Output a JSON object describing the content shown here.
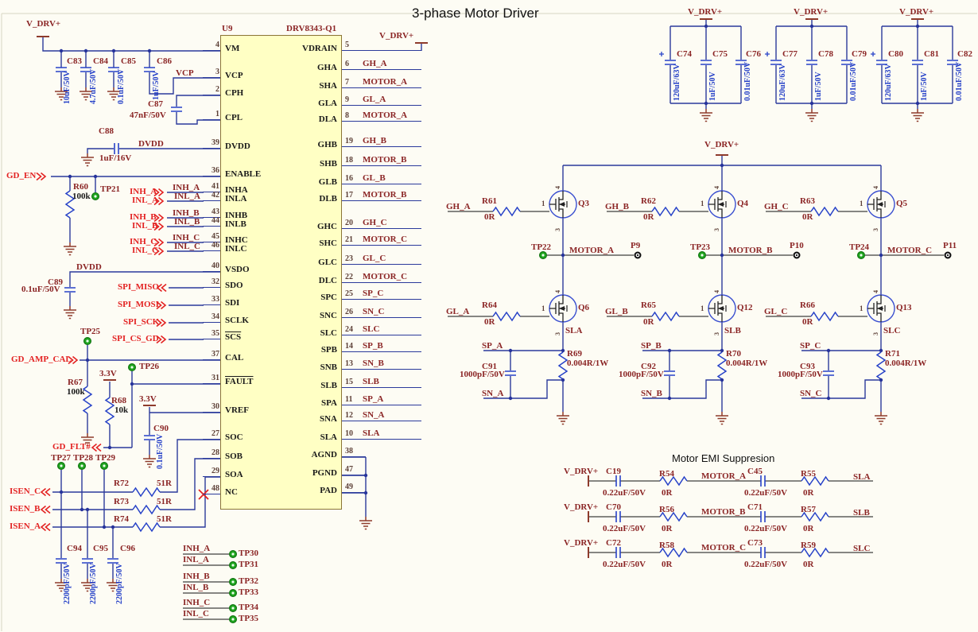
{
  "title": "3-phase Motor Driver",
  "nets": {
    "vdrv": "V_DRV+",
    "vcp": "VCP",
    "dvdd": "DVDD",
    "v33": "3.3V"
  },
  "ic": {
    "refdes": "U9",
    "part": "DRV8343-Q1",
    "left_pins": [
      {
        "num": "4",
        "name": "VM"
      },
      {
        "num": "3",
        "name": "VCP"
      },
      {
        "num": "2",
        "name": "CPH"
      },
      {
        "num": "1",
        "name": "CPL"
      },
      {
        "num": "39",
        "name": "DVDD"
      },
      {
        "num": "36",
        "name": "ENABLE"
      },
      {
        "num": "41",
        "name": "INHA"
      },
      {
        "num": "42",
        "name": "INLA"
      },
      {
        "num": "43",
        "name": "INHB"
      },
      {
        "num": "44",
        "name": "INLB"
      },
      {
        "num": "45",
        "name": "INHC"
      },
      {
        "num": "46",
        "name": "INLC"
      },
      {
        "num": "40",
        "name": "VSDO"
      },
      {
        "num": "32",
        "name": "SDO"
      },
      {
        "num": "33",
        "name": "SDI"
      },
      {
        "num": "34",
        "name": "SCLK"
      },
      {
        "num": "35",
        "name": "SCS"
      },
      {
        "num": "37",
        "name": "CAL"
      },
      {
        "num": "31",
        "name": "FAULT"
      },
      {
        "num": "30",
        "name": "VREF"
      },
      {
        "num": "27",
        "name": "SOC"
      },
      {
        "num": "28",
        "name": "SOB"
      },
      {
        "num": "29",
        "name": "SOA"
      },
      {
        "num": "48",
        "name": "NC"
      }
    ],
    "right_pins": [
      {
        "num": "5",
        "name": "VDRAIN",
        "net": "V_DRV+"
      },
      {
        "num": "6",
        "name": "GHA",
        "net": "GH_A"
      },
      {
        "num": "7",
        "name": "SHA",
        "net": "MOTOR_A"
      },
      {
        "num": "9",
        "name": "GLA",
        "net": "GL_A"
      },
      {
        "num": "8",
        "name": "DLA",
        "net": "MOTOR_A"
      },
      {
        "num": "19",
        "name": "GHB",
        "net": "GH_B"
      },
      {
        "num": "18",
        "name": "SHB",
        "net": "MOTOR_B"
      },
      {
        "num": "16",
        "name": "GLB",
        "net": "GL_B"
      },
      {
        "num": "17",
        "name": "DLB",
        "net": "MOTOR_B"
      },
      {
        "num": "20",
        "name": "GHC",
        "net": "GH_C"
      },
      {
        "num": "21",
        "name": "SHC",
        "net": "MOTOR_C"
      },
      {
        "num": "23",
        "name": "GLC",
        "net": "GL_C"
      },
      {
        "num": "22",
        "name": "DLC",
        "net": "MOTOR_C"
      },
      {
        "num": "25",
        "name": "SPC",
        "net": "SP_C"
      },
      {
        "num": "26",
        "name": "SNC",
        "net": "SN_C"
      },
      {
        "num": "24",
        "name": "SLC",
        "net": "SLC"
      },
      {
        "num": "14",
        "name": "SPB",
        "net": "SP_B"
      },
      {
        "num": "13",
        "name": "SNB",
        "net": "SN_B"
      },
      {
        "num": "15",
        "name": "SLB",
        "net": "SLB"
      },
      {
        "num": "11",
        "name": "SPA",
        "net": "SP_A"
      },
      {
        "num": "12",
        "name": "SNA",
        "net": "SN_A"
      },
      {
        "num": "10",
        "name": "SLA",
        "net": "SLA"
      },
      {
        "num": "38",
        "name": "AGND",
        "net": ""
      },
      {
        "num": "47",
        "name": "PGND",
        "net": ""
      },
      {
        "num": "49",
        "name": "PAD",
        "net": ""
      }
    ]
  },
  "vm_caps": [
    {
      "ref": "C83",
      "val": "10uF/50V"
    },
    {
      "ref": "C84",
      "val": "4.7uF/50V"
    },
    {
      "ref": "C85",
      "val": "0.1uF/50V"
    },
    {
      "ref": "C86",
      "val": "1uF/50V"
    }
  ],
  "c87": {
    "ref": "C87",
    "val": "47nF/50V"
  },
  "c88": {
    "ref": "C88",
    "val": "1uF/16V"
  },
  "c89": {
    "ref": "C89",
    "val": "0.1uF/50V"
  },
  "c90": {
    "ref": "C90",
    "val": "0.1uF/50V"
  },
  "r60": {
    "ref": "R60",
    "val": "100k"
  },
  "r67": {
    "ref": "R67",
    "val": "100k"
  },
  "r68": {
    "ref": "R68",
    "val": "10k"
  },
  "ports": {
    "gd_en": "GD_EN",
    "gd_amp_cal": "GD_AMP_CAL",
    "gd_flt": "GD_FLT#",
    "spi": [
      "SPI_MISO",
      "SPI_MOSI",
      "SPI_SCK",
      "SPI_CS_GD"
    ],
    "inh": [
      {
        "h": "INH_A",
        "l": "INL_A"
      },
      {
        "h": "INH_B",
        "l": "INL_B"
      },
      {
        "h": "INH_C",
        "l": "INL_C"
      }
    ],
    "isen": [
      "ISEN_C",
      "ISEN_B",
      "ISEN_A"
    ]
  },
  "testpoints": {
    "tp21": "TP21",
    "tp22": "TP22",
    "tp23": "TP23",
    "tp24": "TP24",
    "tp25": "TP25",
    "tp26": "TP26",
    "tp27": "TP27",
    "tp28": "TP28",
    "tp29": "TP29"
  },
  "sense_r": [
    {
      "ref": "R72",
      "val": "51R"
    },
    {
      "ref": "R73",
      "val": "51R"
    },
    {
      "ref": "R74",
      "val": "51R"
    }
  ],
  "filter_caps": [
    {
      "ref": "C94",
      "val": "2200pF/50V"
    },
    {
      "ref": "C95",
      "val": "2200pF/50V"
    },
    {
      "ref": "C96",
      "val": "2200pF/50V"
    }
  ],
  "tp_block": [
    {
      "net": "INH_A",
      "tp": "TP30"
    },
    {
      "net": "INL_A",
      "tp": "TP31"
    },
    {
      "net": "INH_B",
      "tp": "TP32"
    },
    {
      "net": "INL_B",
      "tp": "TP33"
    },
    {
      "net": "INH_C",
      "tp": "TP34"
    },
    {
      "net": "INL_C",
      "tp": "TP35"
    }
  ],
  "bridge": {
    "fet_pins": {
      "gate": "1",
      "drain": "4",
      "source": "3"
    },
    "phases": [
      {
        "gh": "GH_A",
        "rh": {
          "ref": "R61",
          "val": "0R"
        },
        "qh": "Q3",
        "tp": "TP22",
        "motor": "MOTOR_A",
        "conn": "P9",
        "gl": "GL_A",
        "rl": {
          "ref": "R64",
          "val": "0R"
        },
        "ql": "Q6",
        "sl": "SLA",
        "sp": "SP_A",
        "cs": {
          "ref": "C91",
          "val": "1000pF/50V"
        },
        "rs": {
          "ref": "R69",
          "val": "0.004R/1W"
        },
        "sn": "SN_A"
      },
      {
        "gh": "GH_B",
        "rh": {
          "ref": "R62",
          "val": "0R"
        },
        "qh": "Q4",
        "tp": "TP23",
        "motor": "MOTOR_B",
        "conn": "P10",
        "gl": "GL_B",
        "rl": {
          "ref": "R65",
          "val": "0R"
        },
        "ql": "Q12",
        "sl": "SLB",
        "sp": "SP_B",
        "cs": {
          "ref": "C92",
          "val": "1000pF/50V"
        },
        "rs": {
          "ref": "R70",
          "val": "0.004R/1W"
        },
        "sn": "SN_B"
      },
      {
        "gh": "GH_C",
        "rh": {
          "ref": "R63",
          "val": "0R"
        },
        "qh": "Q5",
        "tp": "TP24",
        "motor": "MOTOR_C",
        "conn": "P11",
        "gl": "GL_C",
        "rl": {
          "ref": "R66",
          "val": "0R"
        },
        "ql": "Q13",
        "sl": "SLC",
        "sp": "SP_C",
        "cs": {
          "ref": "C93",
          "val": "1000pF/50V"
        },
        "rs": {
          "ref": "R71",
          "val": "0.004R/1W"
        },
        "sn": "SN_C"
      }
    ]
  },
  "banks": [
    {
      "caps": [
        {
          "ref": "C74",
          "val": "120uF/63V"
        },
        {
          "ref": "C75",
          "val": "1uF/50V"
        },
        {
          "ref": "C76",
          "val": "0.01uF/50V"
        }
      ]
    },
    {
      "caps": [
        {
          "ref": "C77",
          "val": "120uF/63V"
        },
        {
          "ref": "C78",
          "val": "1uF/50V"
        },
        {
          "ref": "C79",
          "val": "0.01uF/50V"
        }
      ]
    },
    {
      "caps": [
        {
          "ref": "C80",
          "val": "120uF/63V"
        },
        {
          "ref": "C81",
          "val": "1uF/50V"
        },
        {
          "ref": "C82",
          "val": "0.01uF/50V"
        }
      ]
    }
  ],
  "emi": {
    "title": "Motor EMI Suppresion",
    "rows": [
      {
        "c1": {
          "ref": "C19",
          "val": "0.22uF/50V"
        },
        "r1": {
          "ref": "R54",
          "val": "0R"
        },
        "motor": "MOTOR_A",
        "c2": {
          "ref": "C45",
          "val": "0.22uF/50V"
        },
        "r2": {
          "ref": "R55",
          "val": "0R"
        },
        "out": "SLA"
      },
      {
        "c1": {
          "ref": "C70",
          "val": "0.22uF/50V"
        },
        "r1": {
          "ref": "R56",
          "val": "0R"
        },
        "motor": "MOTOR_B",
        "c2": {
          "ref": "C71",
          "val": "0.22uF/50V"
        },
        "r2": {
          "ref": "R57",
          "val": "0R"
        },
        "out": "SLB"
      },
      {
        "c1": {
          "ref": "C72",
          "val": "0.22uF/50V"
        },
        "r1": {
          "ref": "R58",
          "val": "0R"
        },
        "motor": "MOTOR_C",
        "c2": {
          "ref": "C73",
          "val": "0.22uF/50V"
        },
        "r2": {
          "ref": "R59",
          "val": "0R"
        },
        "out": "SLC"
      }
    ]
  }
}
